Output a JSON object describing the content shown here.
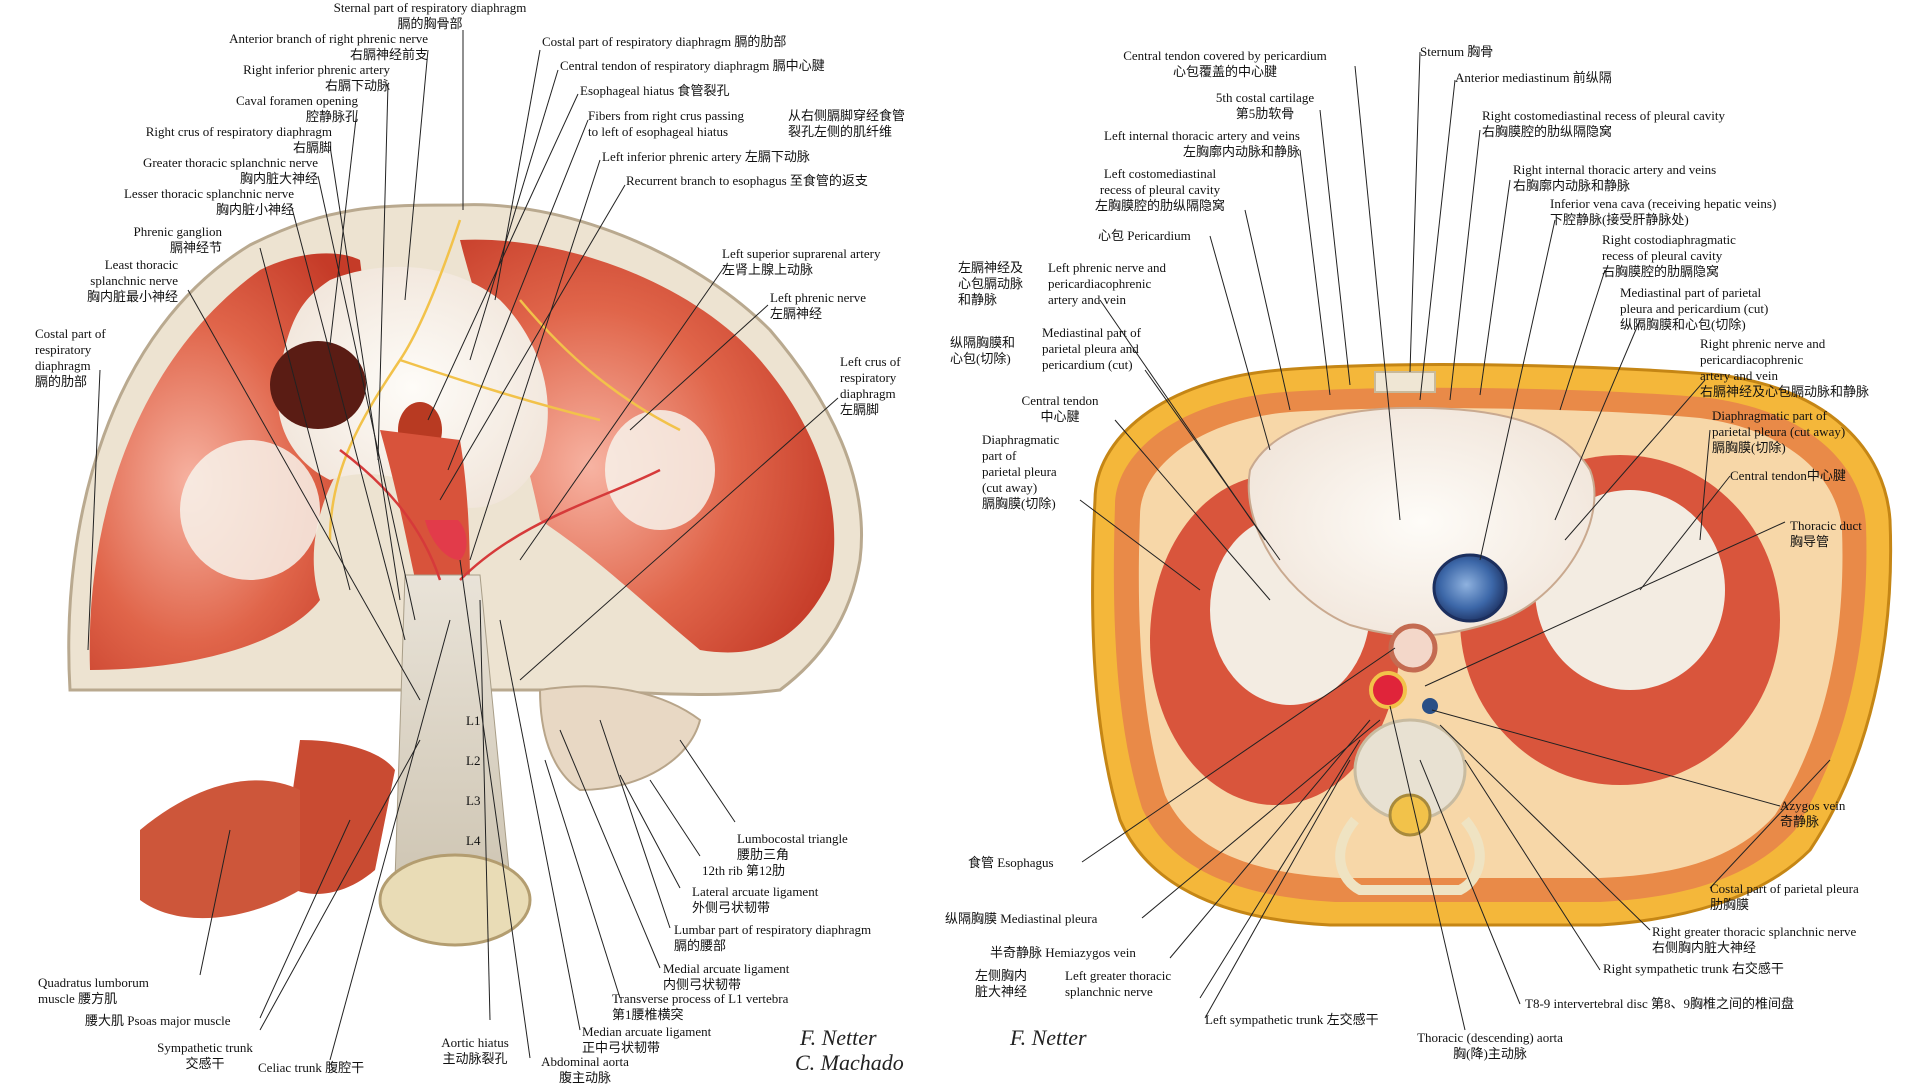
{
  "left_panel": {
    "labels": [
      {
        "key": "sternal_part",
        "text": "Sternal part of respiratory diaphragm\n膈的胸骨部"
      },
      {
        "key": "ant_branch_phrenic",
        "text": "Anterior branch of right phrenic nerve\n右膈神经前支"
      },
      {
        "key": "right_inf_phrenic_artery",
        "text": "Right inferior phrenic artery\n右膈下动脉"
      },
      {
        "key": "caval_foramen",
        "text": "Caval foramen opening\n腔静脉孔"
      },
      {
        "key": "right_crus",
        "text": "Right crus of respiratory diaphragm\n右膈脚"
      },
      {
        "key": "greater_splanchnic",
        "text": "Greater thoracic splanchnic nerve\n胸内脏大神经"
      },
      {
        "key": "lesser_splanchnic",
        "text": "Lesser thoracic splanchnic nerve\n胸内脏小神经"
      },
      {
        "key": "phrenic_ganglion",
        "text": "Phrenic ganglion\n膈神经节"
      },
      {
        "key": "least_splanchnic",
        "text": "Least thoracic\nsplanchnic nerve\n胸内脏最小神经"
      },
      {
        "key": "costal_part_left",
        "text": "Costal part of\nrespiratory\ndiaphragm\n膈的肋部"
      },
      {
        "key": "costal_part_top",
        "text": "Costal part of respiratory diaphragm 膈的肋部"
      },
      {
        "key": "central_tendon",
        "text": "Central tendon of respiratory diaphragm 膈中心腱"
      },
      {
        "key": "esophageal_hiatus",
        "text": "Esophageal hiatus 食管裂孔"
      },
      {
        "key": "fibers_right_crus",
        "text": "Fibers from right crus passing\nto left of esophageal hiatus"
      },
      {
        "key": "fibers_right_crus_cn",
        "text": "从右侧膈脚穿经食管\n裂孔左侧的肌纤维"
      },
      {
        "key": "left_inf_phrenic_artery",
        "text": "Left inferior phrenic artery 左膈下动脉"
      },
      {
        "key": "recurrent_branch",
        "text": "Recurrent branch to esophagus 至食管的返支"
      },
      {
        "key": "left_sup_suprarenal",
        "text": "Left superior suprarenal artery\n左肾上腺上动脉"
      },
      {
        "key": "left_phrenic_nerve",
        "text": "Left phrenic nerve\n左膈神经"
      },
      {
        "key": "left_crus",
        "text": "Left crus of\nrespiratory\ndiaphragm\n左膈脚"
      },
      {
        "key": "lumbocostal_triangle",
        "text": "Lumbocostal triangle\n腰肋三角"
      },
      {
        "key": "rib12",
        "text": "12th rib 第12肋"
      },
      {
        "key": "lateral_arcuate",
        "text": "Lateral arcuate ligament\n外侧弓状韧带"
      },
      {
        "key": "lumbar_part",
        "text": "Lumbar part of respiratory diaphragm\n膈的腰部"
      },
      {
        "key": "medial_arcuate",
        "text": "Medial arcuate ligament\n内侧弓状韧带"
      },
      {
        "key": "transverse_process",
        "text": "Transverse process of L1 vertebra\n第1腰椎横突"
      },
      {
        "key": "median_arcuate",
        "text": "Median arcuate ligament\n正中弓状韧带"
      },
      {
        "key": "aortic_hiatus",
        "text": "Aortic hiatus\n主动脉裂孔"
      },
      {
        "key": "abdominal_aorta",
        "text": "Abdominal aorta\n腹主动脉"
      },
      {
        "key": "celiac_trunk",
        "text": "Celiac trunk 腹腔干"
      },
      {
        "key": "sympathetic_trunk",
        "text": "Sympathetic trunk\n交感干"
      },
      {
        "key": "psoas_major",
        "text": "腰大肌 Psoas major muscle"
      },
      {
        "key": "quadratus_lumborum",
        "text": "Quadratus lumborum\nmuscle 腰方肌"
      }
    ],
    "vertebra_levels": [
      "L1",
      "L2",
      "L3",
      "L4"
    ],
    "signature": [
      "F. Netter",
      "C. Machado"
    ]
  },
  "right_panel": {
    "labels": [
      {
        "key": "central_tendon_pericardium",
        "text": "Central tendon covered by pericardium\n心包覆盖的中心腱"
      },
      {
        "key": "sternum",
        "text": "Sternum 胸骨"
      },
      {
        "key": "anterior_mediastinum",
        "text": "Anterior mediastinum 前纵隔"
      },
      {
        "key": "costal_cartilage5",
        "text": "5th costal cartilage\n第5肋软骨"
      },
      {
        "key": "right_costomediastinal",
        "text": "Right costomediastinal recess of pleural cavity\n右胸膜腔的肋纵隔隐窝"
      },
      {
        "key": "left_internal_thoracic",
        "text": "Left internal thoracic artery and veins\n左胸廓内动脉和静脉"
      },
      {
        "key": "left_costomediastinal",
        "text": "Left costomediastinal\nrecess of pleural cavity\n左胸膜腔的肋纵隔隐窝"
      },
      {
        "key": "right_internal_thoracic",
        "text": "Right internal thoracic artery and veins\n右胸廓内动脉和静脉"
      },
      {
        "key": "ivc",
        "text": "Inferior vena cava (receiving hepatic veins)\n下腔静脉(接受肝静脉处)"
      },
      {
        "key": "pericardium",
        "text": "心包 Pericardium"
      },
      {
        "key": "right_costodiaphragmatic",
        "text": "Right costodiaphragmatic\nrecess of pleural cavity\n右胸膜腔的肋膈隐窝"
      },
      {
        "key": "left_phrenic_cn",
        "text": "左膈神经及\n心包膈动脉\n和静脉"
      },
      {
        "key": "left_phrenic_en",
        "text": "Left phrenic nerve and\npericardiacophrenic\nartery and vein"
      },
      {
        "key": "mediastinal_parietal_right",
        "text": "Mediastinal part of parietal\npleura and pericardium (cut)\n纵隔胸膜和心包(切除)"
      },
      {
        "key": "mediastinal_parietal_cn",
        "text": "纵隔胸膜和\n心包(切除)"
      },
      {
        "key": "mediastinal_parietal_en",
        "text": "Mediastinal part of\nparietal pleura and\npericardium (cut)"
      },
      {
        "key": "right_phrenic",
        "text": "Right phrenic nerve and\npericardiacophrenic\nartery and vein\n右膈神经及心包膈动脉和静脉"
      },
      {
        "key": "central_tendon_left",
        "text": "Central tendon\n中心腱"
      },
      {
        "key": "diaphragmatic_right",
        "text": "Diaphragmatic part of\nparietal pleura (cut away)\n膈胸膜(切除)"
      },
      {
        "key": "diaphragmatic_left",
        "text": "Diaphragmatic\npart of\nparietal pleura\n(cut away)\n膈胸膜(切除)"
      },
      {
        "key": "central_tendon_right",
        "text": "Central tendon中心腱"
      },
      {
        "key": "thoracic_duct",
        "text": "Thoracic duct\n胸导管"
      },
      {
        "key": "azygos",
        "text": "Azygos vein\n奇静脉"
      },
      {
        "key": "esophagus",
        "text": "食管 Esophagus"
      },
      {
        "key": "costal_parietal",
        "text": "Costal part of parietal pleura\n肋胸膜"
      },
      {
        "key": "mediastinal_pleura",
        "text": "纵隔胸膜 Mediastinal pleura"
      },
      {
        "key": "right_greater_splanchnic",
        "text": "Right greater thoracic splanchnic nerve\n右侧胸内脏大神经"
      },
      {
        "key": "hemiazygos",
        "text": "半奇静脉 Hemiazygos vein"
      },
      {
        "key": "right_sympathetic",
        "text": "Right sympathetic trunk 右交感干"
      },
      {
        "key": "left_greater_cn",
        "text": "左侧胸内\n脏大神经"
      },
      {
        "key": "left_greater_en",
        "text": "Left greater thoracic\nsplanchnic nerve"
      },
      {
        "key": "t89_disc",
        "text": "T8-9 intervertebral disc 第8、9胸椎之间的椎间盘"
      },
      {
        "key": "left_sympathetic",
        "text": "Left sympathetic trunk 左交感干"
      },
      {
        "key": "thoracic_aorta",
        "text": "Thoracic (descending) aorta\n胸(降)主动脉"
      }
    ],
    "signature": [
      "F. Netter"
    ]
  },
  "colors": {
    "muscle": "#d9503a",
    "muscle_light": "#f08a6e",
    "tendon": "#f3ece2",
    "fat": "#f2c24a",
    "vein": "#2a4f86",
    "artery": "#d63a3a",
    "bone": "#efe3c2",
    "leader": "#222222"
  }
}
